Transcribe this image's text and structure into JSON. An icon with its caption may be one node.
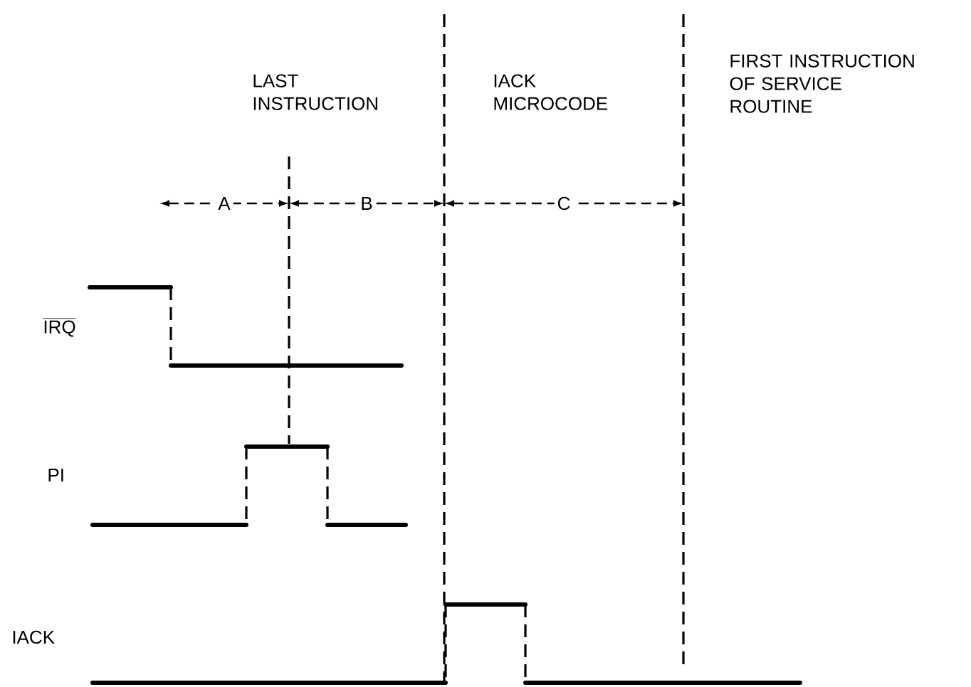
{
  "diagram": {
    "labels": [
      "LAST INSTRUCTION",
      "IACK MICROCODE",
      "FIRST INSTRUCTION OF SERVICE ROUTINE",
      "A",
      "B",
      "C",
      "IRQ",
      "PI",
      "IACK"
    ]
  }
}
